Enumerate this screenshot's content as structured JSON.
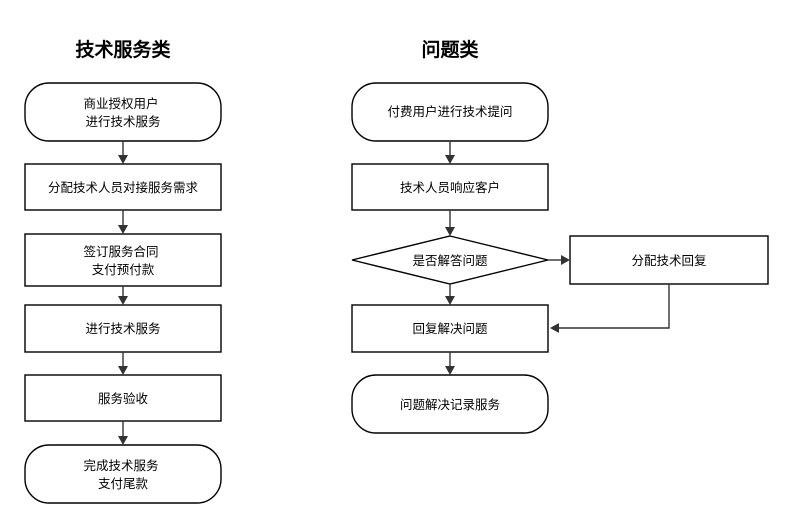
{
  "left": {
    "title": "技术服务类",
    "nodes": [
      {
        "lines": [
          "商业授权用户",
          "进行技术服务"
        ]
      },
      {
        "lines": [
          "分配技术人员对接服务需求"
        ]
      },
      {
        "lines": [
          "签订服务合同",
          "支付预付款"
        ]
      },
      {
        "lines": [
          "进行技术服务"
        ]
      },
      {
        "lines": [
          "服务验收"
        ]
      },
      {
        "lines": [
          "完成技术服务",
          "支付尾款"
        ]
      }
    ]
  },
  "right": {
    "title": "问题类",
    "nodes": [
      {
        "lines": [
          "付费用户进行技术提问"
        ]
      },
      {
        "lines": [
          "技术人员响应客户"
        ]
      },
      {
        "lines": [
          "是否解答问题"
        ]
      },
      {
        "lines": [
          "回复解决问题"
        ]
      },
      {
        "lines": [
          "问题解决记录服务"
        ]
      }
    ],
    "side_node": {
      "lines": [
        "分配技术回复"
      ]
    }
  }
}
